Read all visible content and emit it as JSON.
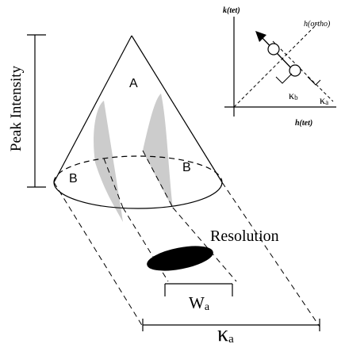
{
  "labels": {
    "peak_intensity": "Peak Intensity",
    "apex": "A",
    "left_b": "B",
    "right_b": "B",
    "resolution": "Resolution",
    "w_main": "W",
    "w_sub": "a",
    "kappa_main": "κ",
    "kappa_sub": "a"
  },
  "inset": {
    "y_axis_label": "k(tet)",
    "x_axis_label": "h(tet)",
    "ortho_label": "h(ortho)",
    "kappa_b_main": "κ",
    "kappa_b_sub": "b",
    "kappa_a_main": "κ",
    "kappa_a_sub": "a"
  },
  "colors": {
    "line": "#000000",
    "peak_fill": "#cccccc",
    "ellipse_fill": "#000000",
    "background": "#ffffff"
  }
}
